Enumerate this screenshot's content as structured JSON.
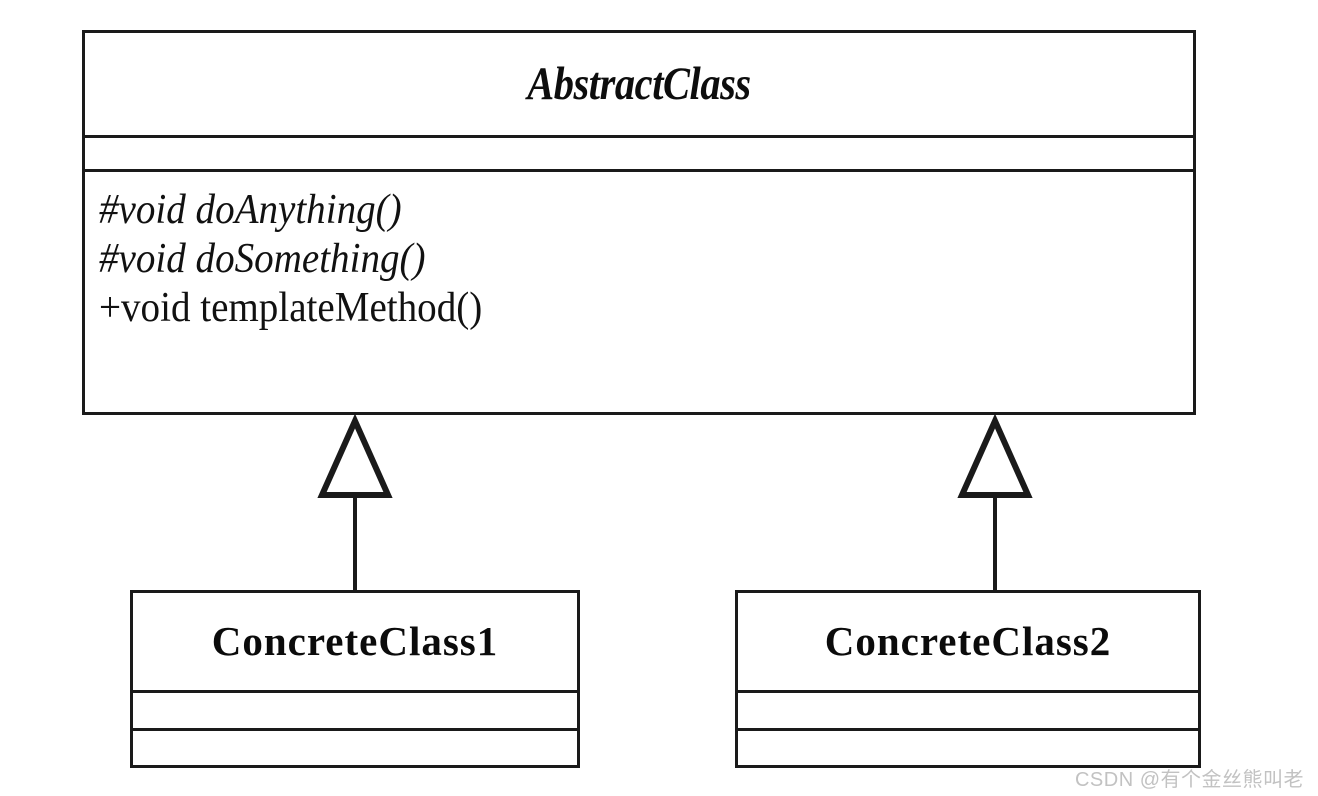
{
  "diagram": {
    "type": "uml-class-diagram",
    "pattern": "Template Method",
    "background_color": "#ffffff",
    "line_color": "#1a1a1a"
  },
  "abstract_class": {
    "name": "AbstractClass",
    "stereotype_style": "italic-abstract",
    "attributes": [],
    "methods": [
      {
        "signature": "#void doAnything()",
        "visibility": "#",
        "return_type": "void",
        "name": "doAnything()",
        "abstract": true
      },
      {
        "signature": "#void doSomething()",
        "visibility": "#",
        "return_type": "void",
        "name": "doSomething()",
        "abstract": true
      },
      {
        "signature": "+void templateMethod()",
        "visibility": "+",
        "return_type": "void",
        "name": "templateMethod()",
        "abstract": false
      }
    ]
  },
  "concrete_classes": [
    {
      "name": "ConcreteClass1",
      "attributes": [],
      "methods": []
    },
    {
      "name": "ConcreteClass2",
      "attributes": [],
      "methods": []
    }
  ],
  "relationships": [
    {
      "kind": "generalization",
      "from": "ConcreteClass1",
      "to": "AbstractClass",
      "arrow": "hollow-triangle"
    },
    {
      "kind": "generalization",
      "from": "ConcreteClass2",
      "to": "AbstractClass",
      "arrow": "hollow-triangle"
    }
  ],
  "watermark": {
    "text": "CSDN @有个金丝熊叫老",
    "color": "#c2c2c2"
  }
}
